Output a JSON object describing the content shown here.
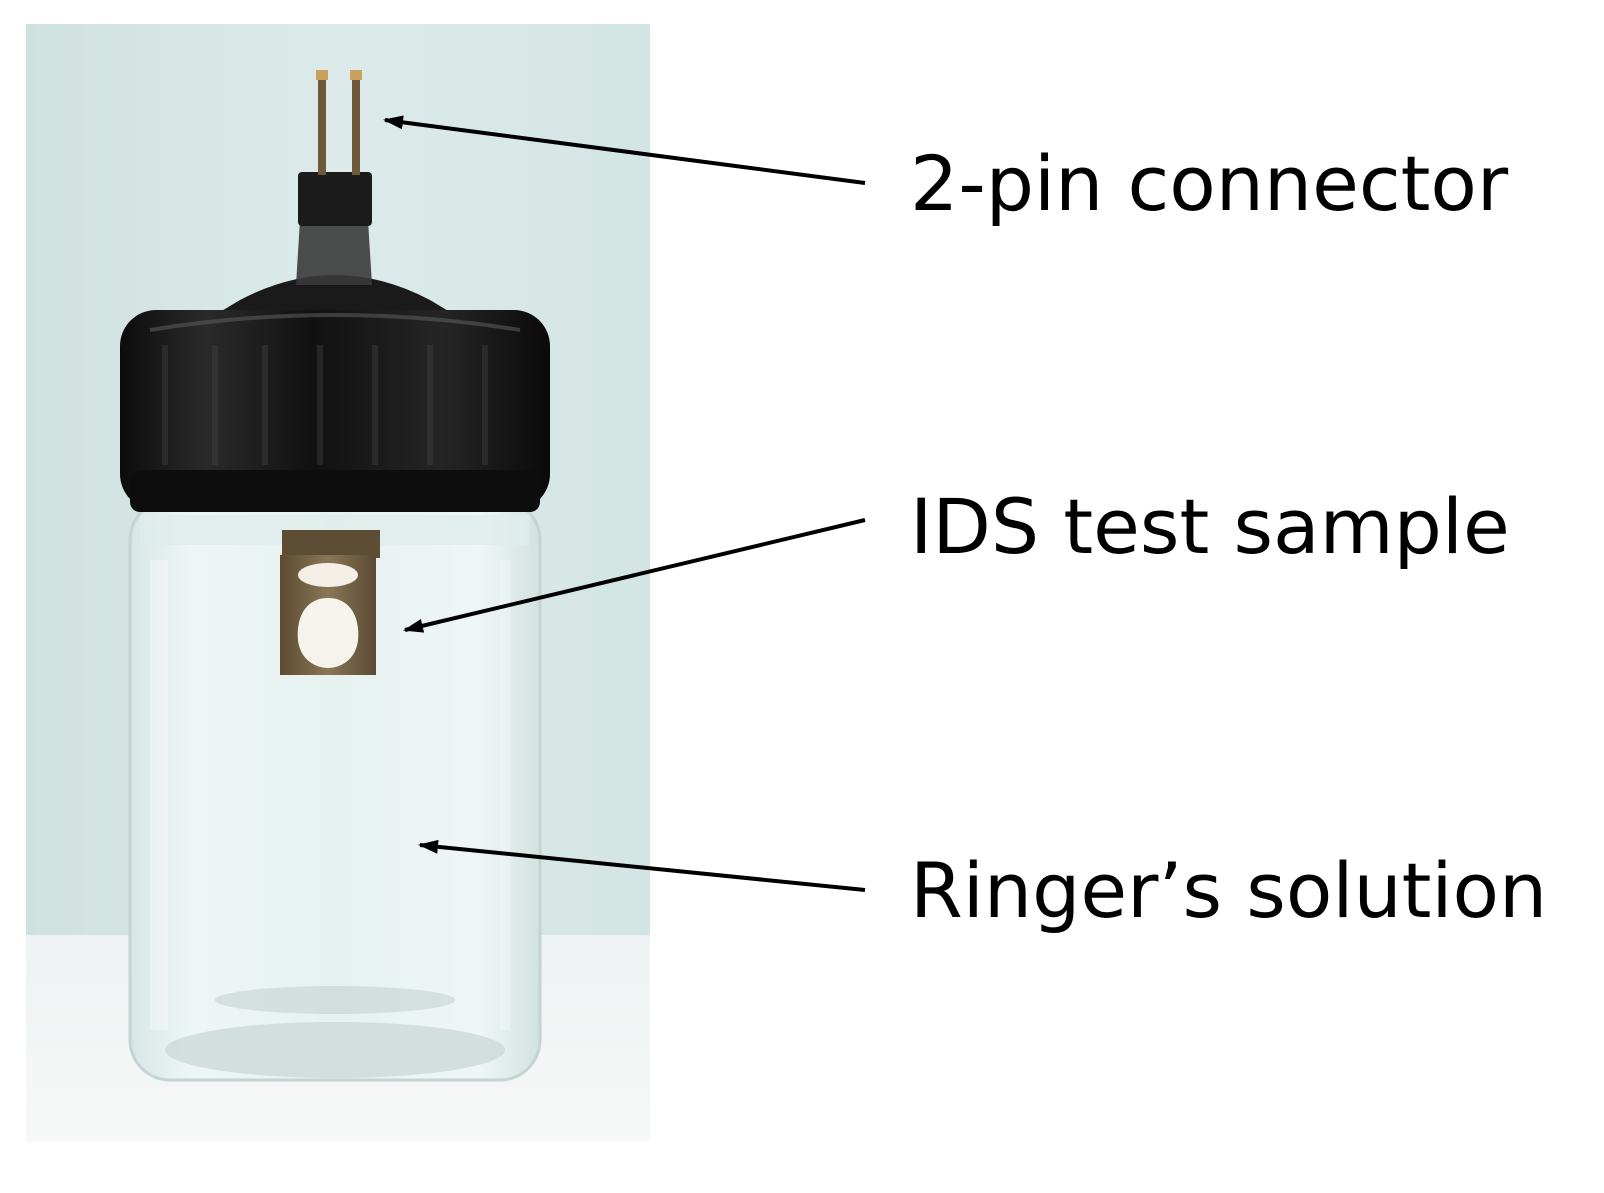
{
  "labels": {
    "connector": "2-pin connector",
    "sample": "IDS test sample",
    "solution": "Ringer’s solution"
  },
  "colors": {
    "backdrop": "#d6e7e5",
    "table": "#f2f4f4",
    "cap": "#141414",
    "liquid": "#e3efee",
    "sample_film": "#6b5a3e",
    "electrode": "#f4f1ea",
    "arrow": "#000000"
  }
}
